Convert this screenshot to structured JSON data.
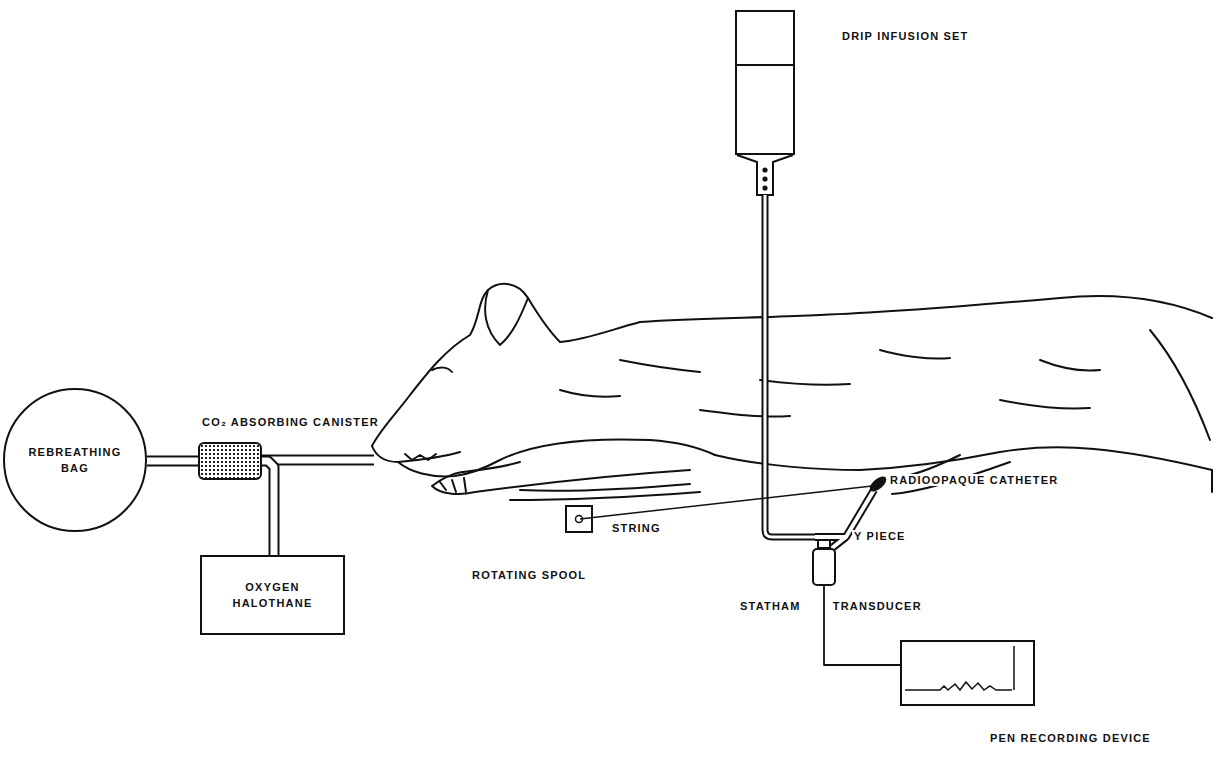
{
  "diagram": {
    "nodes": [
      {
        "text": [
          "DRIP INFUSION SET"
        ]
      },
      {
        "text": [
          "CO₂ ABSORBING CANISTER"
        ]
      },
      {
        "text": [
          "REBREATHING BAG"
        ]
      },
      {
        "text": [
          "OXYGEN HALOTHANE"
        ]
      },
      {
        "text": [
          "ROTATING SPOOL"
        ]
      },
      {
        "text": [
          "STATHAM TRANSDUCER"
        ]
      },
      {
        "text": [
          "PEN RECORDING DEVICE"
        ]
      }
    ],
    "edges": [
      {
        "from": 2,
        "to": 1,
        "arrow": "none"
      },
      {
        "from": 1,
        "to": 3,
        "arrow": "none"
      },
      {
        "from": 5,
        "to": 6,
        "arrow": "none"
      }
    ],
    "labels": [
      "STRING",
      "RADIOOPAQUE CATHETER",
      "Y PIECE"
    ]
  }
}
